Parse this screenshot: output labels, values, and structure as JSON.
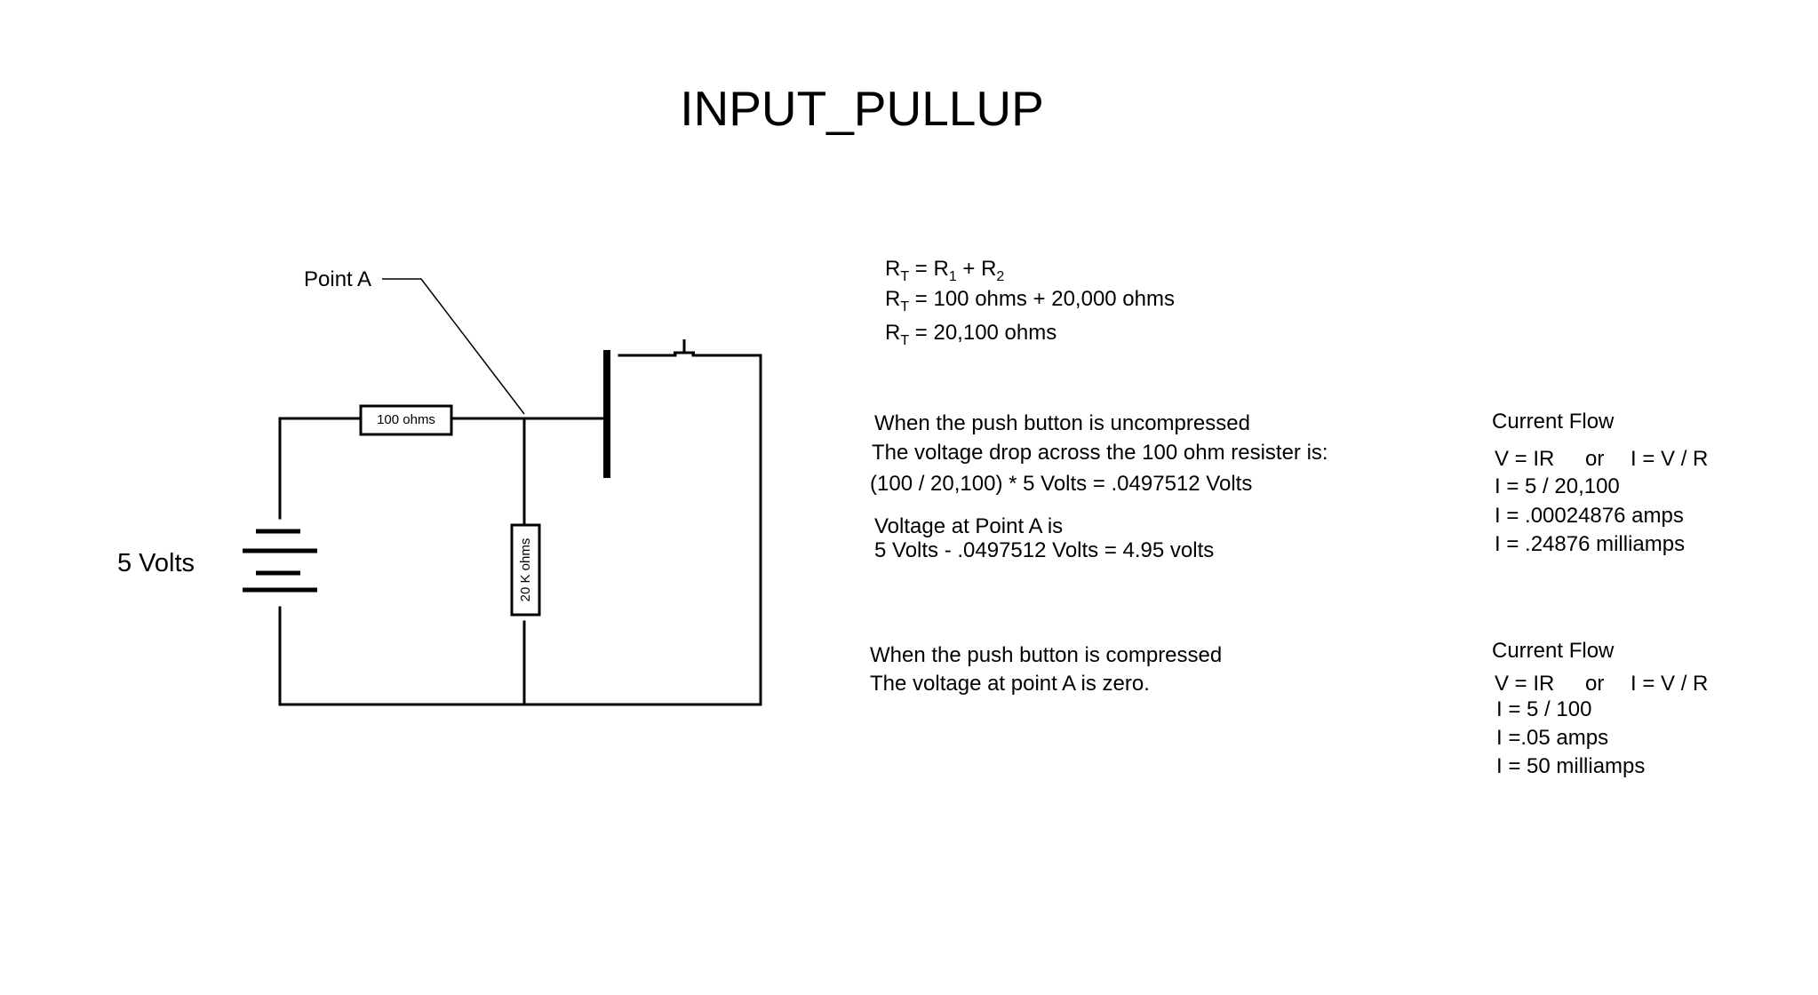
{
  "title": "INPUT_PULLUP",
  "circuit": {
    "point_label": "Point A",
    "source_label": "5 Volts",
    "r1_label": "100 ohms",
    "r2_label": "20 K ohms"
  },
  "resistance": {
    "line1": {
      "r": "R",
      "r_sub": "T",
      "eq1": " = R",
      "sub1": "1",
      "plus": " + R",
      "sub2": "2"
    },
    "line2": {
      "r": "R",
      "r_sub": "T",
      "rest": " = 100 ohms + 20,000 ohms"
    },
    "line3": {
      "r": "R",
      "r_sub": "T",
      "rest": " =  20,100 ohms"
    }
  },
  "uncompressed": {
    "line1": "When the push button is uncompressed",
    "line2": "The voltage drop across the 100 ohm resister is:",
    "line3": "(100 / 20,100) * 5 Volts = .0497512 Volts",
    "line4": "Voltage at Point A is",
    "line5": "5 Volts - .0497512 Volts = 4.95 volts"
  },
  "compressed": {
    "line1": "When the push button is compressed",
    "line2": "The voltage at point A is zero."
  },
  "current_flow_1": {
    "heading": "Current Flow",
    "formula_a": "V = IR",
    "or": "or",
    "formula_b": "I = V / R",
    "lines": [
      "I = 5 / 20,100",
      "I = .00024876 amps",
      "I = .24876 milliamps"
    ]
  },
  "current_flow_2": {
    "heading": "Current Flow",
    "formula_a": "V = IR",
    "or": "or",
    "formula_b": "I = V / R",
    "lines": [
      "I = 5 / 100",
      "I =.05 amps",
      "I = 50 milliamps"
    ]
  }
}
